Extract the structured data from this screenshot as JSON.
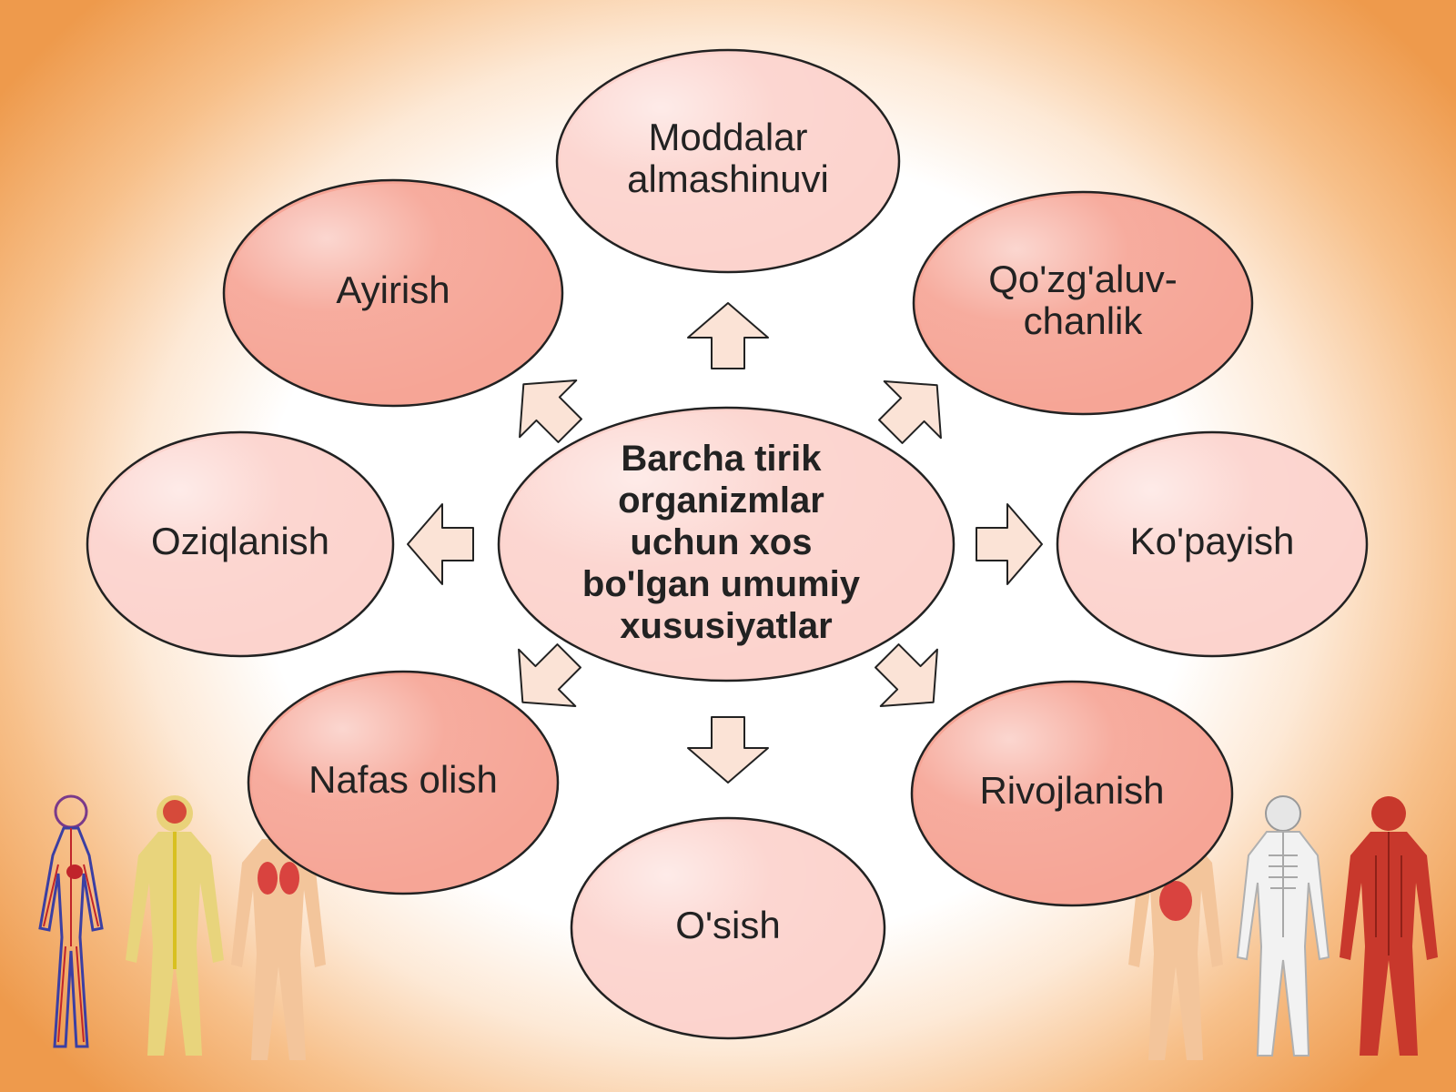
{
  "colors": {
    "node_light": "#fcd3cd",
    "node_dark": "#f6a596",
    "center": "#fcd3cd",
    "arrow": "#fbe3d6",
    "outline": "#222222"
  },
  "center": {
    "lines": [
      "Barcha tirik",
      "organizmlar",
      "uchun xos",
      "bo'lgan umumiy",
      "xususiyatlar"
    ]
  },
  "nodes": [
    {
      "id": "moddalar",
      "lines": [
        "Moddalar",
        "almashinuvi"
      ],
      "tone": "light"
    },
    {
      "id": "qozgaluvchanlik",
      "lines": [
        "Qo'zg'aluv-",
        "chanlik"
      ],
      "tone": "dark"
    },
    {
      "id": "kopayish",
      "lines": [
        "Ko'payish"
      ],
      "tone": "light"
    },
    {
      "id": "rivojlanish",
      "lines": [
        "Rivojlanish"
      ],
      "tone": "dark"
    },
    {
      "id": "osish",
      "lines": [
        "O'sish"
      ],
      "tone": "light"
    },
    {
      "id": "nafas-olish",
      "lines": [
        "Nafas olish"
      ],
      "tone": "dark"
    },
    {
      "id": "oziqlanish",
      "lines": [
        "Oziqlanish"
      ],
      "tone": "light"
    },
    {
      "id": "ayirish",
      "lines": [
        "Ayirish"
      ],
      "tone": "dark"
    }
  ],
  "figures": {
    "left": [
      "circulatory-system-figure",
      "nervous-system-figure",
      "respiratory-system-figure"
    ],
    "right": [
      "digestive-system-figure",
      "skeletal-system-figure",
      "muscular-system-figure"
    ]
  }
}
